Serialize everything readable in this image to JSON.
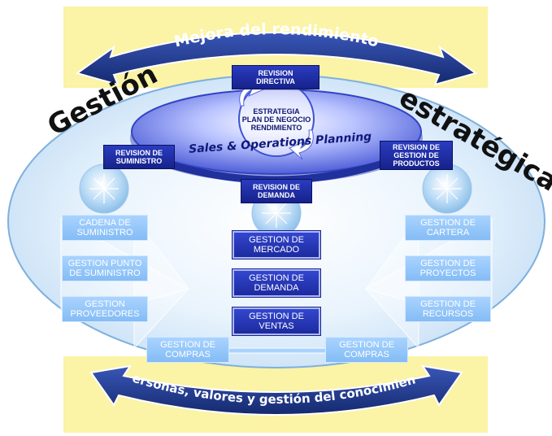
{
  "top_banner": "Mejora del rendimiento",
  "bottom_banner": "Personas, valores y gestión del conocimiento",
  "left_word": "Gestión",
  "right_word": "estratégica",
  "center": {
    "line1": "ESTRATEGIA",
    "line2": "PLAN DE NEGOCIO",
    "line3": "RENDIMIENTO",
    "sop": "Sales & Operations Planning"
  },
  "reviews": {
    "directiva": "REVISION DIRECTIVA",
    "suministro": "REVISION DE SUMINISTRO",
    "productos": "REVISION DE GESTION DE PRODUCTOS",
    "demanda": "REVISION DE DEMANDA"
  },
  "left_boxes": [
    "CADENA DE SUMINISTRO",
    "GESTION PUNTO DE SUMINISTRO",
    "GESTION PROVEEDORES"
  ],
  "middle_boxes": [
    "GESTION DE MERCADO",
    "GESTION DE DEMANDA",
    "GESTION DE VENTAS"
  ],
  "right_boxes": [
    "GESTION DE CARTERA",
    "GESTION DE PROYECTOS",
    "GESTION DE RECURSOS"
  ],
  "bottom_boxes": [
    "GESTION DE COMPRAS",
    "GESTION DE COMPRAS"
  ],
  "colors": {
    "banner": "#fbf3a6",
    "arrow": "#1e3a8a",
    "dark_box": "#1d2b9e",
    "light_box": "#8fc5fb",
    "ellipse": "#d9ecfb"
  }
}
